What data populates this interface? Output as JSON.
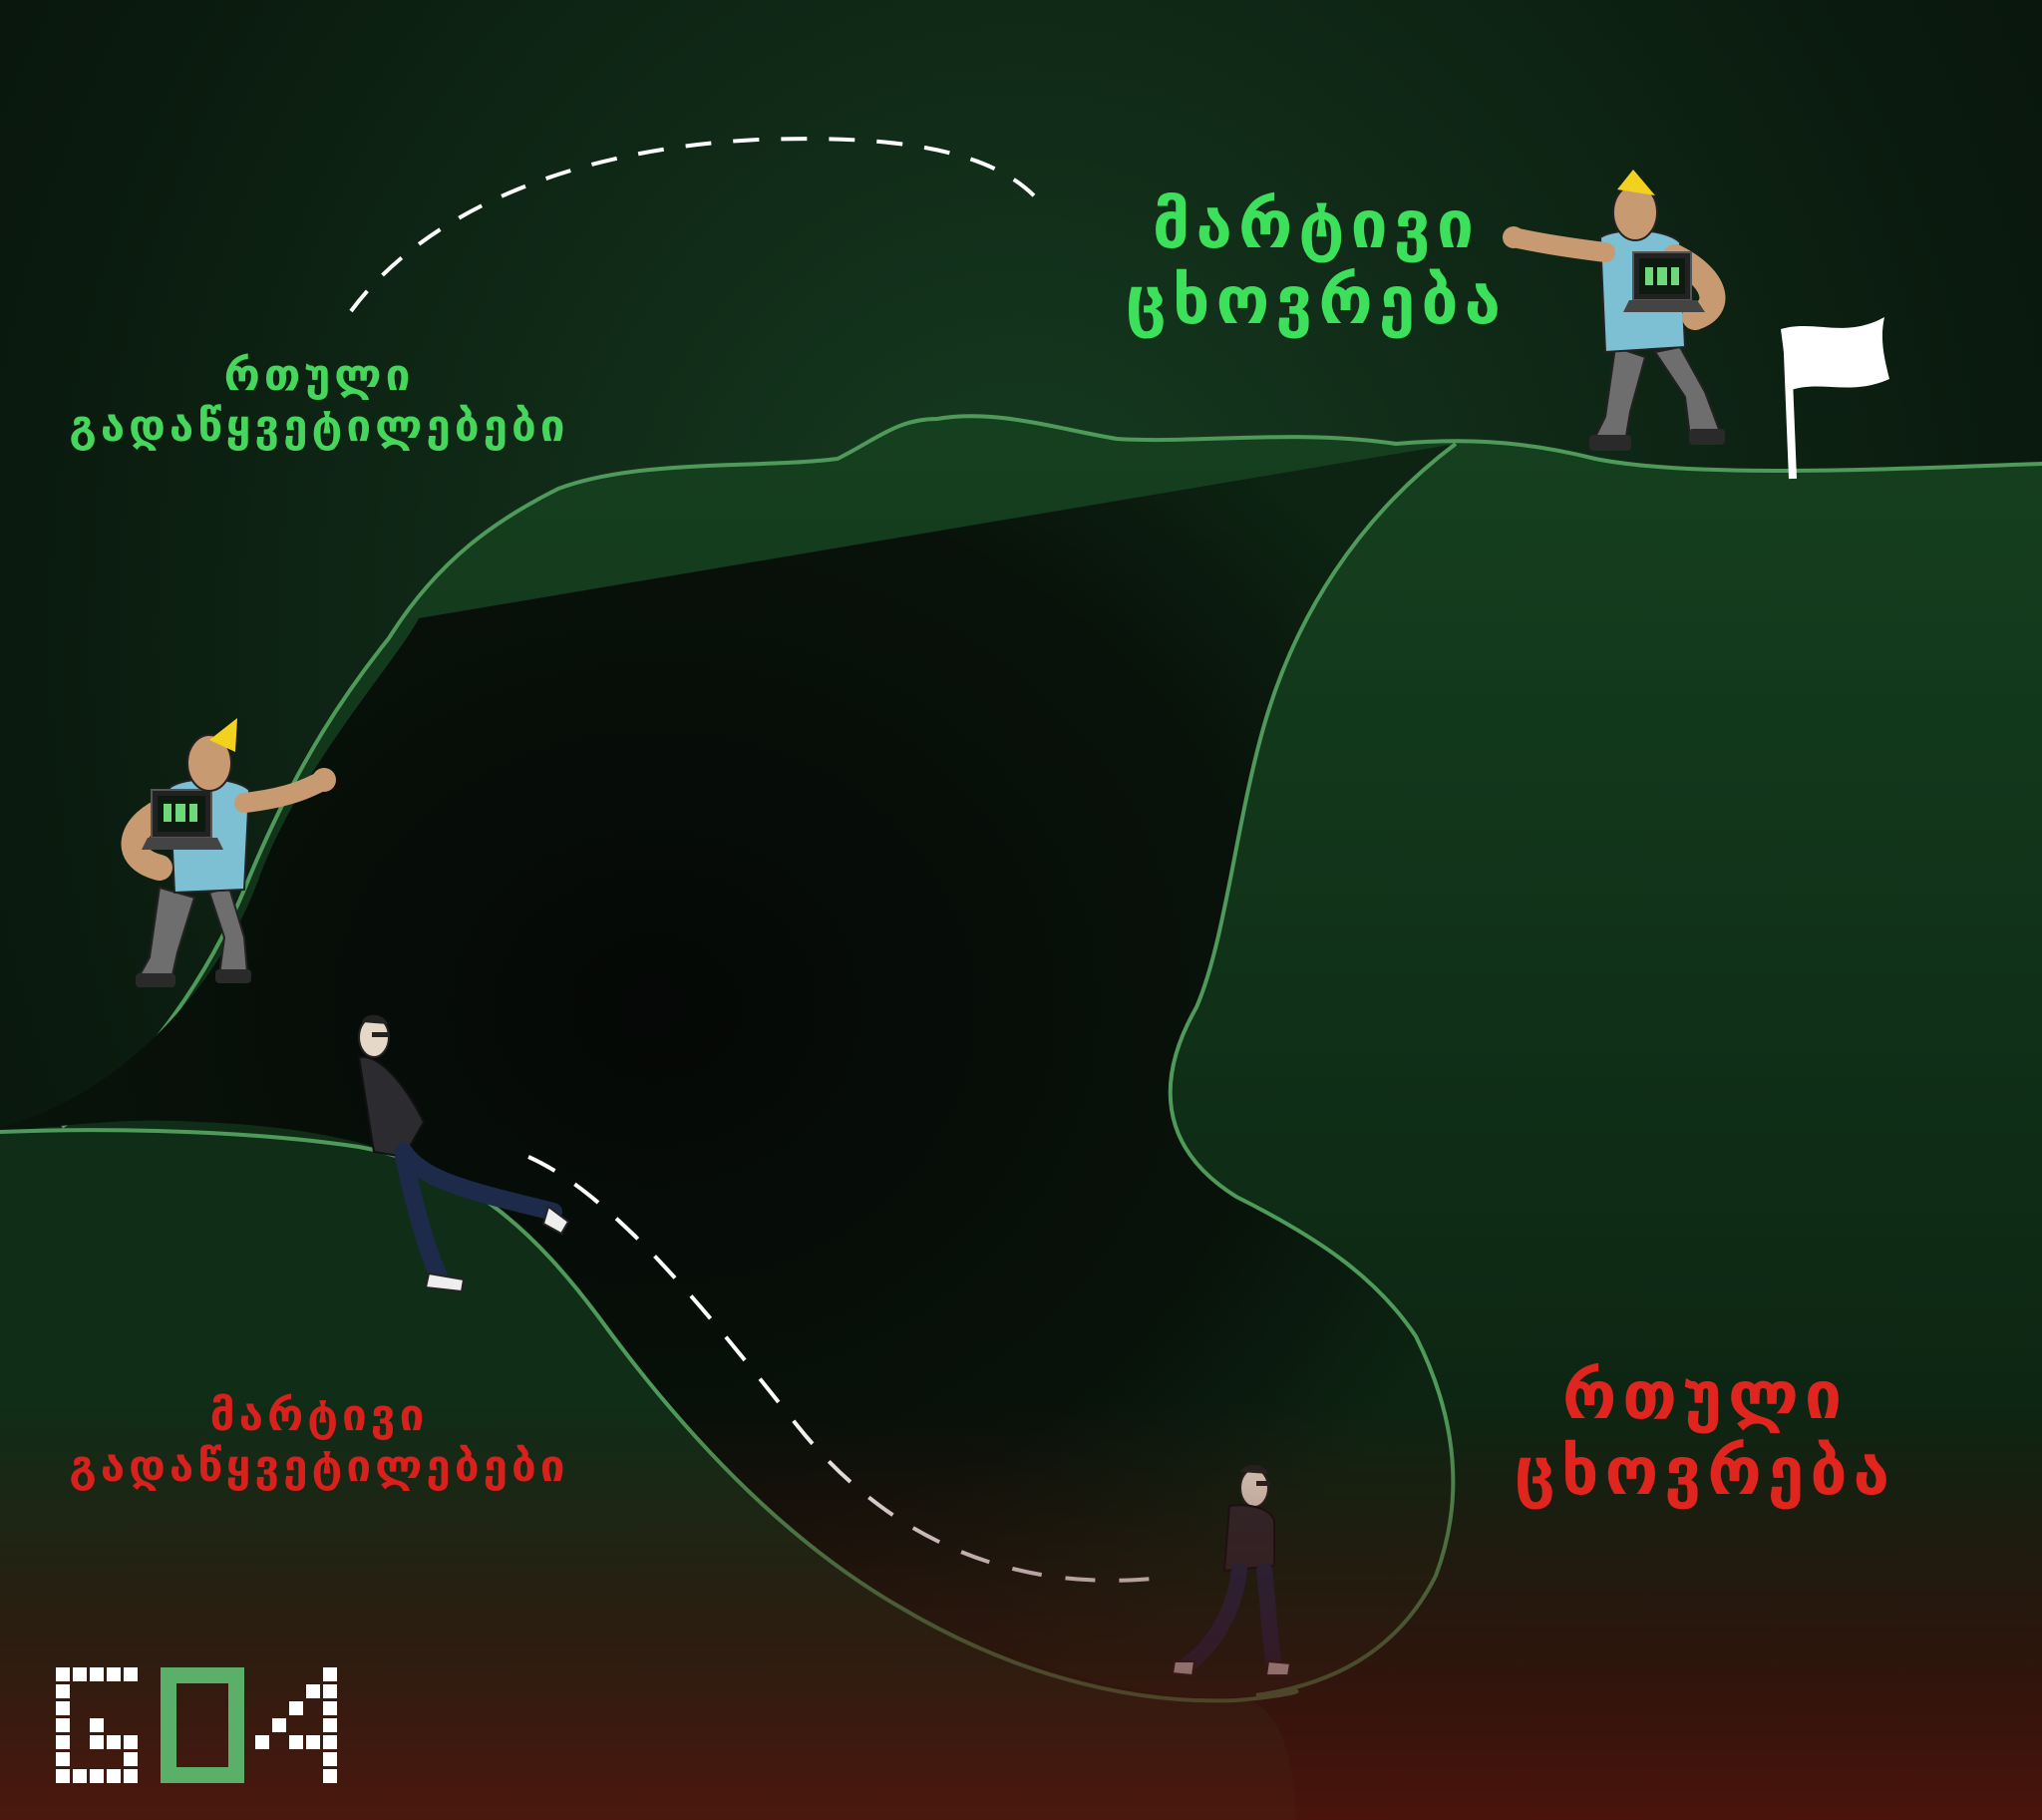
{
  "labels": {
    "easy_life": [
      "მარტივი",
      "ცხოვრება"
    ],
    "hard_decisions": [
      "რთული",
      "გადაწყვეტილებები"
    ],
    "easy_decisions": [
      "მარტივი",
      "გადაწყვეტილებები"
    ],
    "hard_life": [
      "რთული",
      "ცხოვრება"
    ]
  },
  "colors": {
    "green_text": "#3ce05a",
    "red_text": "#e0241e",
    "hill_outline": "#4f9a5a",
    "hill_fill": "#133a1e",
    "dashed_path": "#ffffff",
    "flag": "#ffffff"
  },
  "figures": {
    "top_character": "muscular-man-with-laptop",
    "climbing_character": "muscular-man-with-laptop",
    "falling_character": "thin-man-in-black",
    "walking_character": "thin-man-in-black"
  },
  "logo": {
    "name": "logo-mark"
  }
}
